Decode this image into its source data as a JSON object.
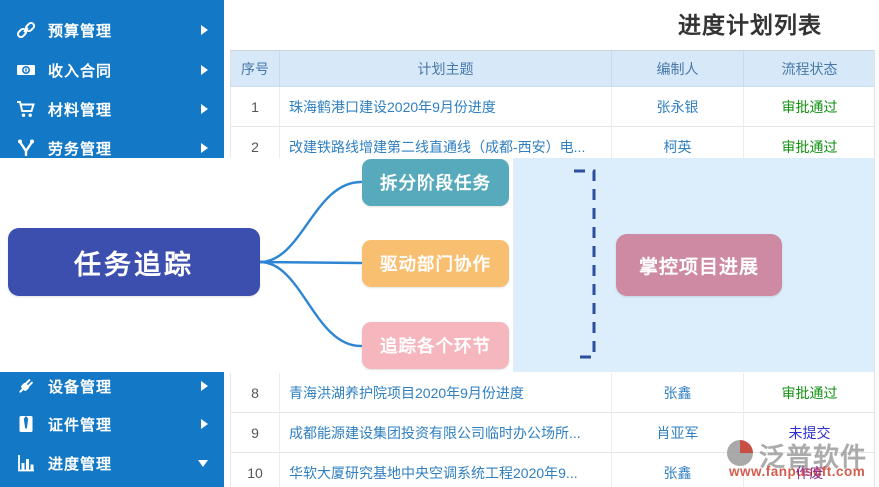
{
  "sidebar": {
    "items": [
      {
        "label": "预算管理",
        "icon": "chain-link-icon",
        "state": "collapsed"
      },
      {
        "label": "收入合同",
        "icon": "banknote-icon",
        "state": "collapsed"
      },
      {
        "label": "材料管理",
        "icon": "cart-icon",
        "state": "collapsed"
      },
      {
        "label": "劳务管理",
        "icon": "workers-icon",
        "state": "collapsed"
      },
      {
        "label": "设备管理",
        "icon": "plug-icon",
        "state": "collapsed"
      },
      {
        "label": "证件管理",
        "icon": "id-badge-icon",
        "state": "collapsed"
      },
      {
        "label": "进度管理",
        "icon": "bar-chart-icon",
        "state": "expanded"
      }
    ],
    "bg_color": "#1378c5"
  },
  "table": {
    "title": "进度计划列表",
    "columns": [
      "序号",
      "计划主题",
      "编制人",
      "流程状态"
    ],
    "rows": [
      {
        "no": "1",
        "subject": "珠海鹤港口建设2020年9月份进度",
        "author": "张永银",
        "status": "审批通过",
        "status_color": "#119111"
      },
      {
        "no": "2",
        "subject": "改建铁路线增建第二线直通线（成都-西安）电...",
        "author": "柯英",
        "status": "审批通过",
        "status_color": "#119111"
      },
      {
        "no": "8",
        "subject": "青海洪湖养护院项目2020年9月份进度",
        "author": "张鑫",
        "status": "审批通过",
        "status_color": "#119111"
      },
      {
        "no": "9",
        "subject": "成都能源建设集团投资有限公司临时办公场所...",
        "author": "肖亚军",
        "status": "未提交",
        "status_color": "#2d2dd2"
      },
      {
        "no": "10",
        "subject": "华软大厦研究基地中央空调系统工程2020年9...",
        "author": "张鑫",
        "status": "作废",
        "status_color": "#8a2d8a"
      }
    ]
  },
  "overlay": {
    "root": "任务追踪",
    "branches": [
      "拆分阶段任务",
      "驱动部门协作",
      "追踪各个环节"
    ],
    "outcome": "掌控项目进展",
    "colors": {
      "root": "#3d4fae",
      "branch1": "#56aabb",
      "branch2": "#f9bf70",
      "branch3": "#f6b6bd",
      "outcome": "#cd8aa2",
      "connector": "#2e86d3",
      "bracket": "#2b4f9e",
      "panel": "#dcedfb"
    }
  },
  "watermark": {
    "brand": "泛普软件",
    "url": "www.fanpusoft.com"
  }
}
